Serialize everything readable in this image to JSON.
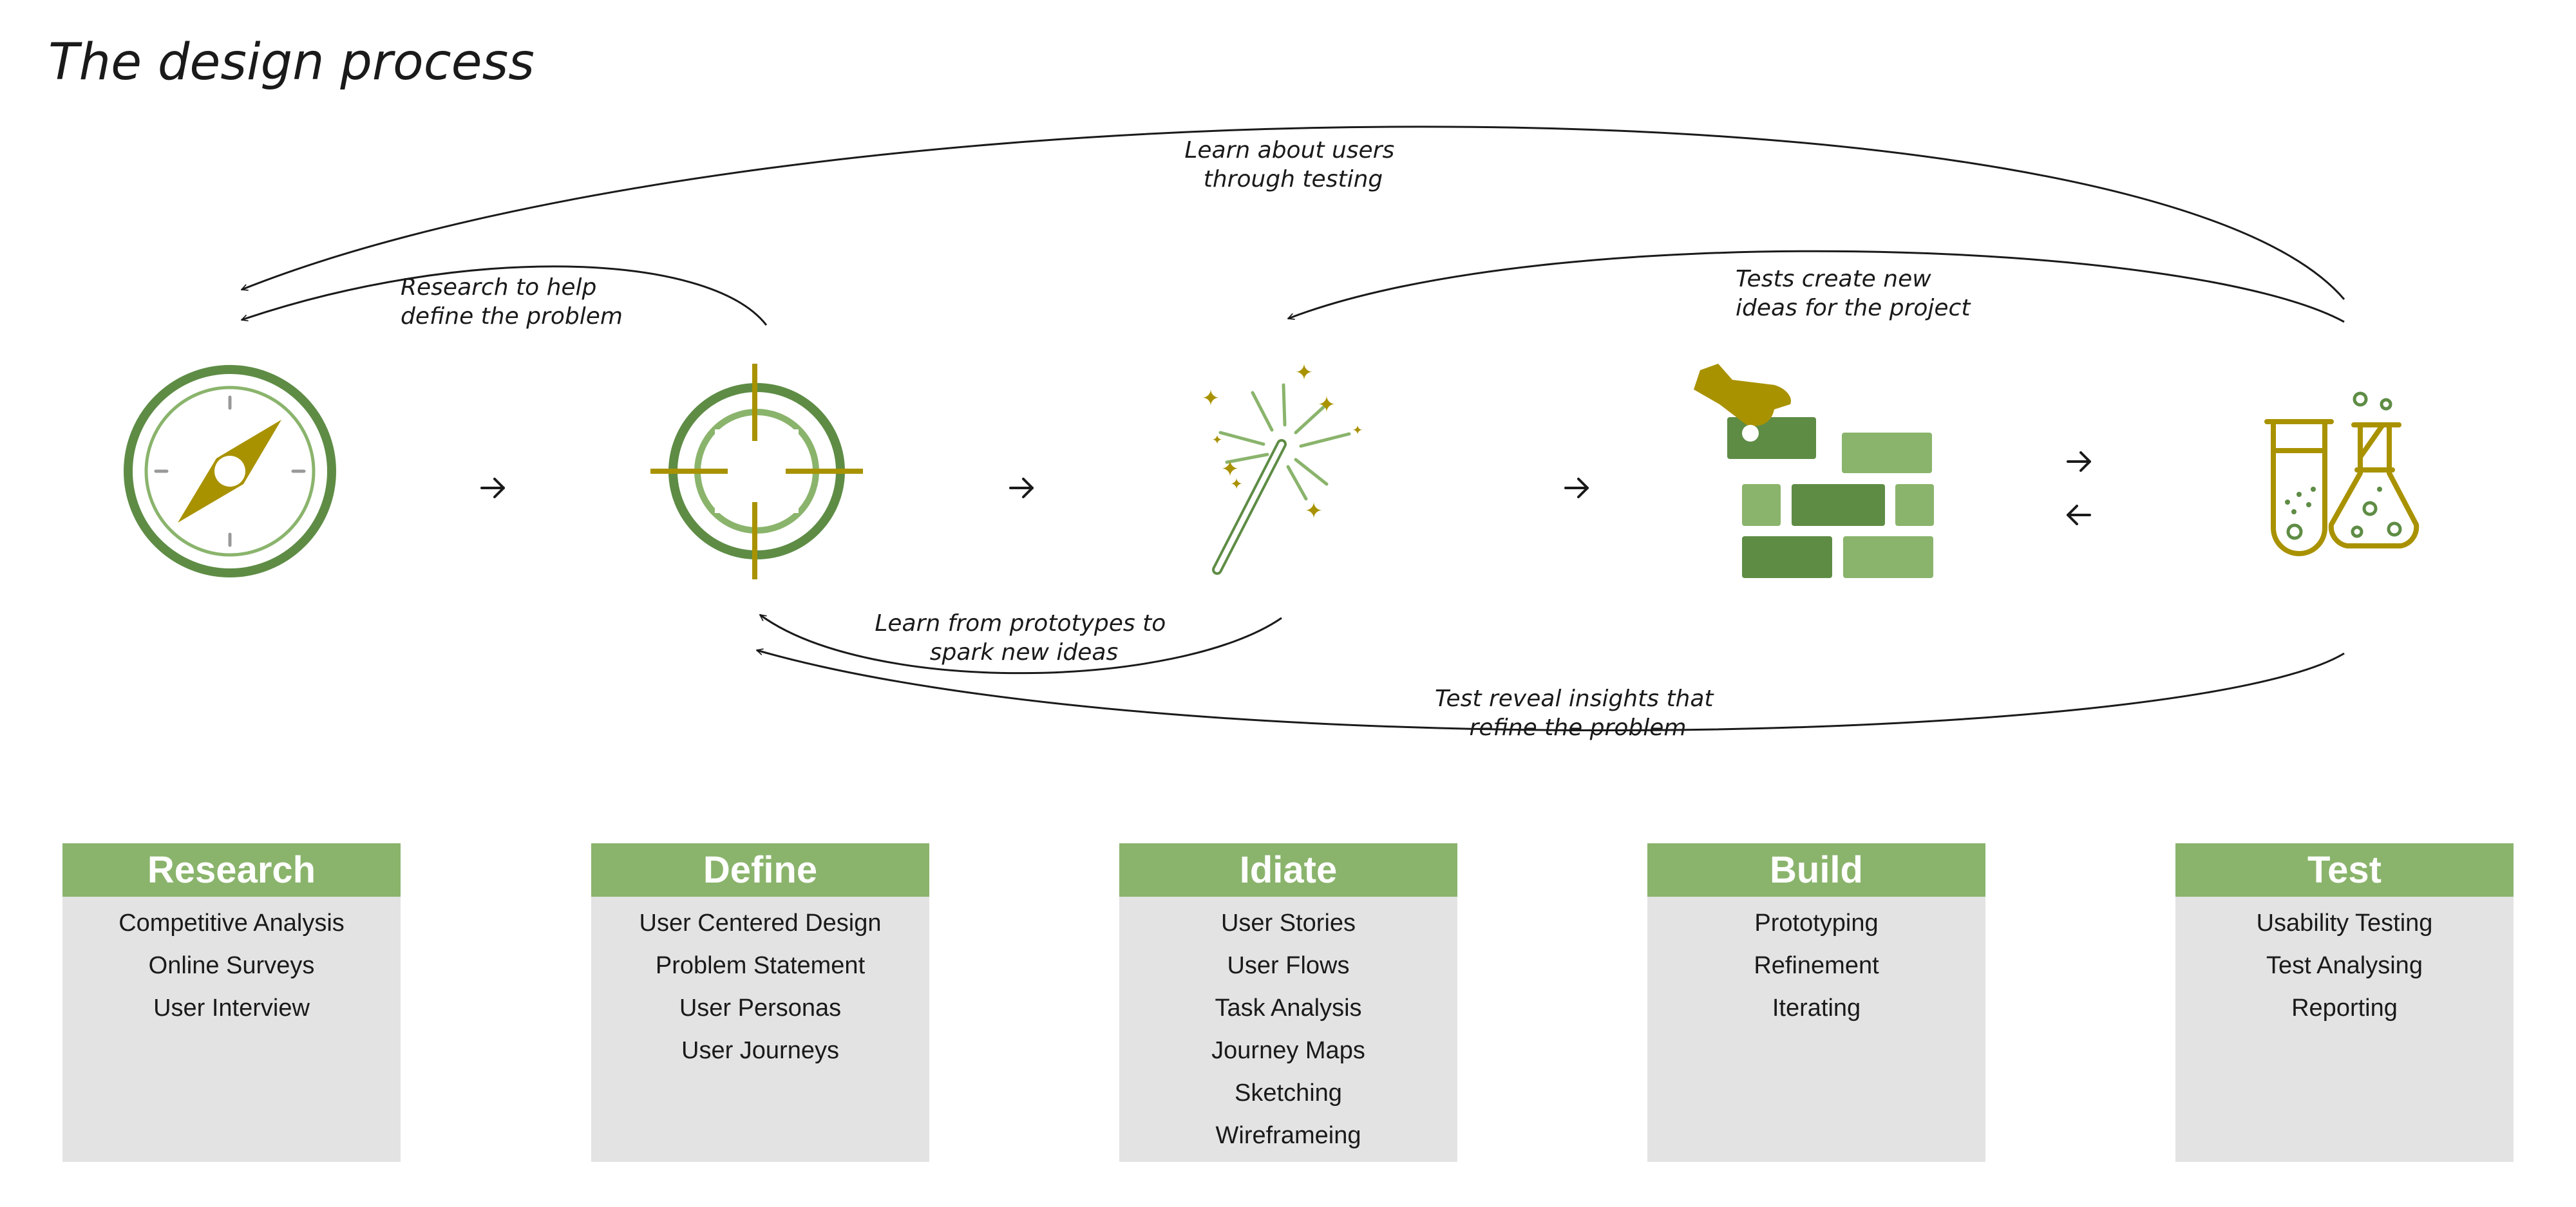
{
  "title": "The design process",
  "colors": {
    "dark_green": "#5e8c45",
    "light_green": "#8ab46c",
    "gold": "#a99200",
    "box_bg": "#e3e3e3",
    "arrow": "#1a1a1a"
  },
  "feedback_labels": [
    {
      "line1": "Learn about users",
      "line2": "through testing"
    },
    {
      "line1": "Research to help",
      "line2": "define the problem"
    },
    {
      "line1": "Tests create new",
      "line2": "ideas for the project"
    },
    {
      "line1": "Learn from prototypes to",
      "line2": "spark new ideas"
    },
    {
      "line1": "Test reveal insights that",
      "line2": "refine the problem"
    }
  ],
  "stages": [
    {
      "name": "Research",
      "icon": "compass-icon",
      "items": [
        "Competitive Analysis",
        "Online Surveys",
        "User Interview"
      ]
    },
    {
      "name": "Define",
      "icon": "target-icon",
      "items": [
        "User Centered Design",
        "Problem Statement",
        "User Personas",
        "User Journeys"
      ]
    },
    {
      "name": "Idiate",
      "icon": "magic-wand-icon",
      "items": [
        "User Stories",
        "User Flows",
        "Task Analysis",
        "Journey Maps",
        "Sketching",
        "Wireframeing"
      ]
    },
    {
      "name": "Build",
      "icon": "brick-wall-icon",
      "items": [
        "Prototyping",
        "Refinement",
        "Iterating"
      ]
    },
    {
      "name": "Test",
      "icon": "test-tubes-icon",
      "items": [
        "Usability Testing",
        "Test Analysing",
        "Reporting"
      ]
    }
  ]
}
